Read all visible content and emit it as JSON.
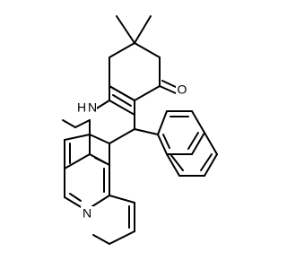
{
  "molecule": {
    "atoms": [
      {
        "id": "O1",
        "element": "O",
        "label": "O",
        "color": "#000000"
      },
      {
        "id": "N_amine",
        "element": "N",
        "label": "N",
        "hydrogen": "H",
        "color": "#000000"
      },
      {
        "id": "N_pyridine",
        "element": "N",
        "label": "N",
        "color": "#000000"
      }
    ],
    "bond_color": "#000000",
    "background": "#ffffff"
  }
}
